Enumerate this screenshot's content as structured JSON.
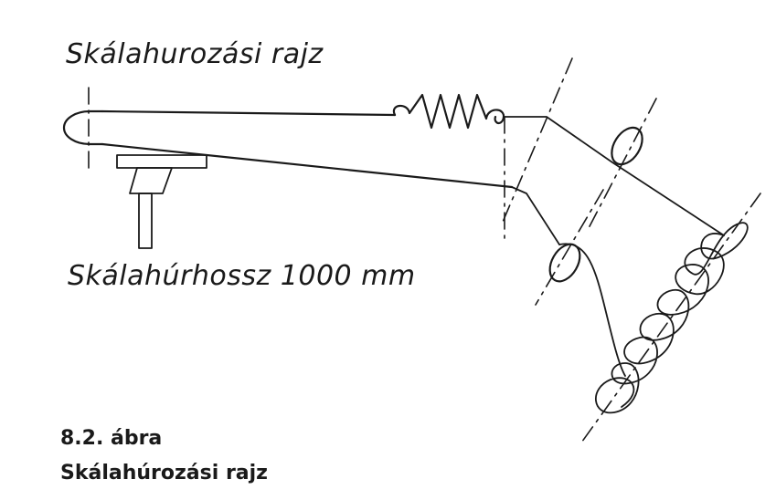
{
  "diagram": {
    "title_label": "Skálahurozási rajz",
    "length_label": "Skálahúrhossz 1000 mm"
  },
  "caption": {
    "figure_number": "8.2. ábra",
    "figure_title": "Skálahúrozási rajz"
  },
  "colors": {
    "ink": "#1a1a1a",
    "background": "#ffffff"
  }
}
